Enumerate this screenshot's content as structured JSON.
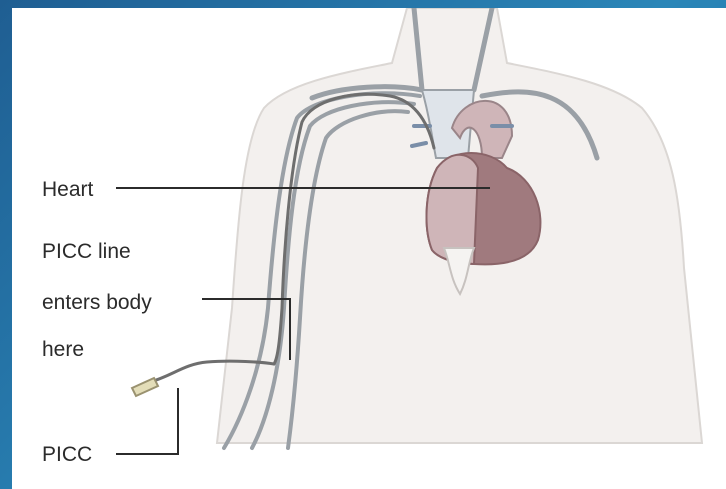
{
  "labels": {
    "heart": "Heart",
    "picc_line": [
      "PICC line",
      "enters body",
      "here"
    ],
    "picc": "PICC"
  },
  "colors": {
    "frame": "#2a86b8",
    "skin": "#f3f0ee",
    "skin_outline": "#dbd7d4",
    "vessel": "#9aa0a6",
    "heart_main": "#a07a7e",
    "heart_light": "#cfb5b8",
    "catheter": "#6e6e6e",
    "leader_line": "#2b2b2b"
  }
}
